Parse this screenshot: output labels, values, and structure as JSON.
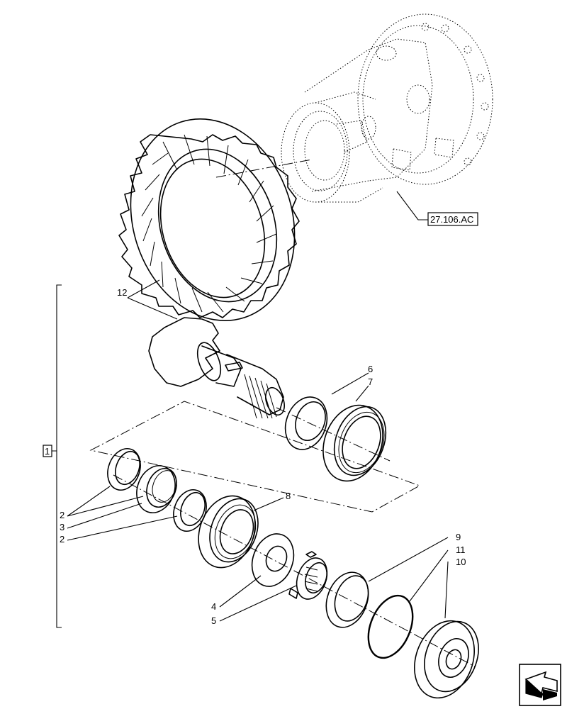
{
  "reference_label": "27.106.AC",
  "group_label": "1",
  "callouts": {
    "c12": "12",
    "c6": "6",
    "c7": "7",
    "c8": "8",
    "c9": "9",
    "c11": "11",
    "c10": "10",
    "c2a": "2",
    "c3": "3",
    "c2b": "2",
    "c4": "4",
    "c5": "5"
  },
  "nav_icon": "next-page-arrow-icon"
}
